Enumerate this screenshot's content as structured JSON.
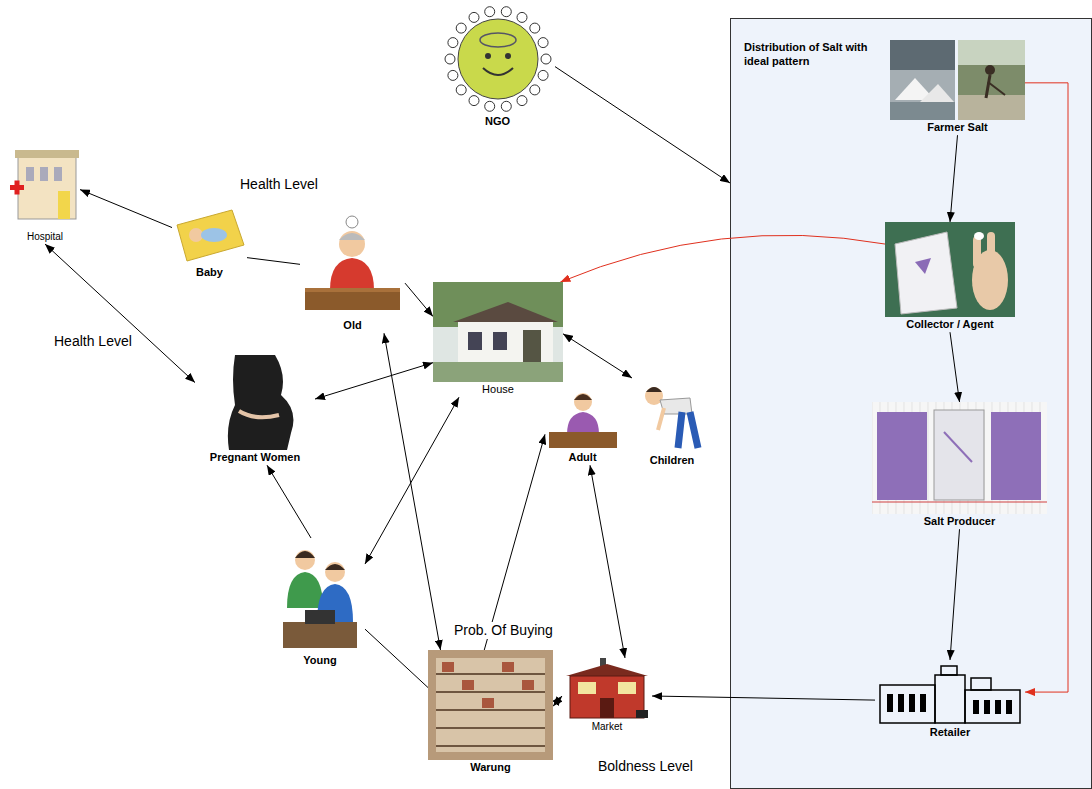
{
  "diagram": {
    "nodes": [
      {
        "text": [
          "NGO"
        ]
      },
      {
        "text": [
          "Distribution of Salt with ideal pattern"
        ]
      },
      {
        "text": [
          "Farmer Salt"
        ],
        "in": 1
      },
      {
        "text": [
          "Collector / Agent"
        ],
        "in": 1
      },
      {
        "text": [
          "Salt Producer"
        ],
        "in": 1
      },
      {
        "text": [
          "Retailer"
        ],
        "in": 1
      },
      {
        "text": [
          "Hospital"
        ]
      },
      {
        "text": [
          "Baby"
        ]
      },
      {
        "text": [
          "Old"
        ]
      },
      {
        "text": [
          "House"
        ]
      },
      {
        "text": [
          "Adult"
        ]
      },
      {
        "text": [
          "Children"
        ]
      },
      {
        "text": [
          "Pregnant Women"
        ]
      },
      {
        "text": [
          "Young"
        ]
      },
      {
        "text": [
          "Warung"
        ]
      },
      {
        "text": [
          "Market"
        ]
      }
    ],
    "edges": [
      {
        "from": 0,
        "to": 1,
        "arrow": "to"
      },
      {
        "from": 2,
        "to": 3,
        "arrow": "to"
      },
      {
        "from": 3,
        "to": 4,
        "arrow": "to"
      },
      {
        "from": 4,
        "to": 5,
        "arrow": "to"
      },
      {
        "from": 2,
        "to": 5,
        "arrow": "to"
      },
      {
        "from": 3,
        "to": 9,
        "arrow": "to"
      },
      {
        "from": 5,
        "to": 15,
        "arrow": "to"
      },
      {
        "from": 7,
        "to": 6,
        "arrow": "to"
      },
      {
        "from": 8,
        "to": 7,
        "arrow": "none"
      },
      {
        "from": 8,
        "to": 9,
        "arrow": "to"
      },
      {
        "from": 6,
        "to": 12,
        "arrow": "both"
      },
      {
        "from": 12,
        "to": 9,
        "arrow": "both"
      },
      {
        "from": 9,
        "to": 11,
        "arrow": "both"
      },
      {
        "from": 13,
        "to": 12,
        "arrow": "to"
      },
      {
        "from": 13,
        "to": 9,
        "arrow": "both"
      },
      {
        "from": 13,
        "to": 14,
        "arrow": "none"
      },
      {
        "from": 8,
        "to": 14,
        "arrow": "both"
      },
      {
        "from": 14,
        "to": 10,
        "arrow": "to"
      },
      {
        "from": 10,
        "to": 15,
        "arrow": "both"
      },
      {
        "from": 14,
        "to": 15,
        "arrow": "both"
      }
    ],
    "labels": [
      "Health Level",
      "Health Level",
      "Prob. Of Buying",
      "Boldness Level"
    ]
  }
}
